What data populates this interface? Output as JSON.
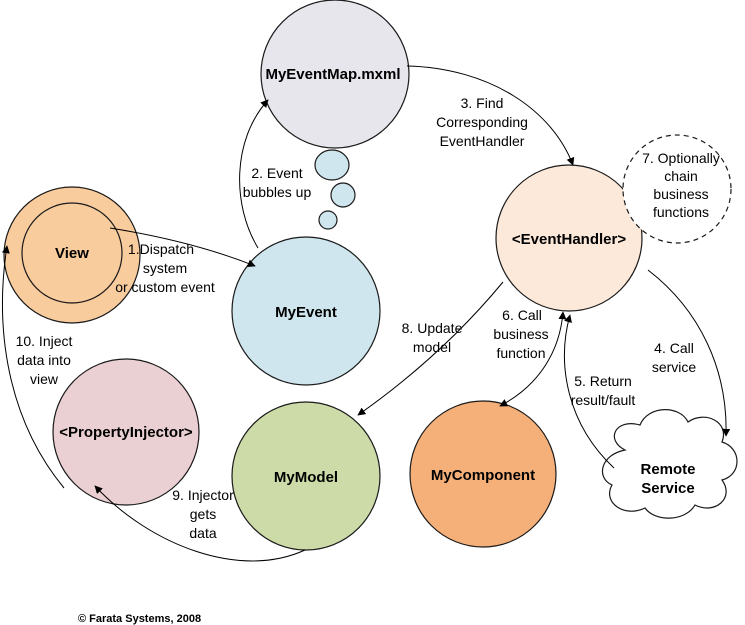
{
  "nodes": {
    "view": {
      "label": "View",
      "fill": "#f9cc9d",
      "outer_fill": "#f9cc9d"
    },
    "my_event_map": {
      "label": "MyEventMap.mxml",
      "fill": "#e6e6ec"
    },
    "my_event": {
      "label": "MyEvent",
      "fill": "#cfe6ee"
    },
    "event_handler": {
      "label": "<EventHandler>",
      "fill": "#fde9d9"
    },
    "property_injector": {
      "label": "<PropertyInjector>",
      "fill": "#ead0d2"
    },
    "my_model": {
      "label": "MyModel",
      "fill": "#cddba8"
    },
    "my_component": {
      "label": "MyComponent",
      "fill": "#f5b07a"
    },
    "remote_service": {
      "label_lines": [
        "Remote",
        "Service"
      ],
      "fill": "#ffffff"
    },
    "chain_functions": {
      "label_lines": [
        "7. Optionally",
        "chain",
        "business",
        "functions"
      ],
      "fill": "#ffffff"
    },
    "bubble_fill": "#cfe6ee"
  },
  "edges": {
    "dispatch": {
      "lines": [
        "1.Dispatch",
        "system",
        "or custom event"
      ]
    },
    "bubbles_up": {
      "lines": [
        "2. Event",
        "bubbles up"
      ]
    },
    "find_handler": {
      "lines": [
        "3. Find",
        "Corresponding",
        "EventHandler"
      ]
    },
    "call_service": {
      "lines": [
        "4. Call",
        "service"
      ]
    },
    "return_result": {
      "lines": [
        "5. Return",
        "result/fault"
      ]
    },
    "call_business": {
      "lines": [
        "6. Call",
        "business",
        "function"
      ]
    },
    "update_model": {
      "lines": [
        "8. Update",
        "model"
      ]
    },
    "injector_gets": {
      "lines": [
        "9. Injector",
        "gets",
        "data"
      ]
    },
    "inject_view": {
      "lines": [
        "10. Inject",
        "data into",
        "view"
      ]
    }
  },
  "footer": {
    "copyright": "© Farata Systems, 2008"
  }
}
